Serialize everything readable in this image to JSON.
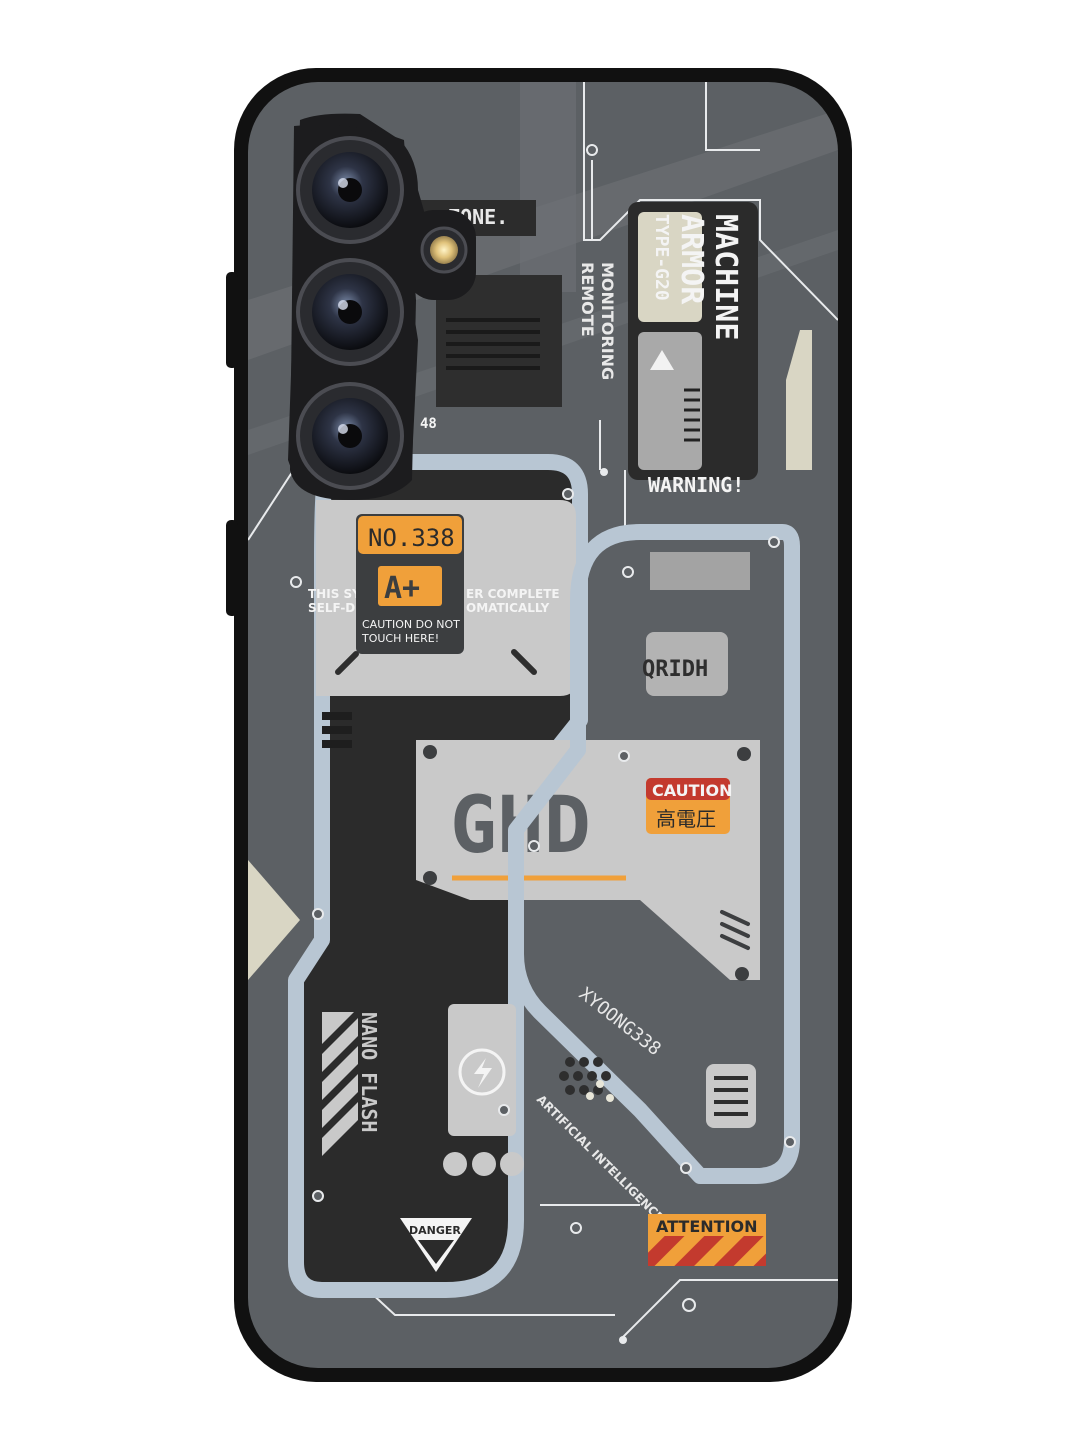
{
  "product": {
    "name": "Machine Armor phone case",
    "colors": {
      "case_body": "#5c6064",
      "frame": "#111111",
      "panel_light": "#c9c9c9",
      "rail": "#b8c6d3",
      "dark_panel": "#2b2b2b",
      "accent_orange": "#f0a03a",
      "accent_red": "#c33a2e",
      "cream": "#d9d6c4"
    }
  },
  "labels": {
    "zone": "ZONE.",
    "remote_monitoring_1": "REMOTE",
    "remote_monitoring_2": "MONITORING",
    "machine": "MACHINE",
    "armor": "ARMOR",
    "type_code": "TYPE-G20",
    "warning": "WARNING!",
    "number": "NO.338",
    "grade": "A+",
    "system_left_1": "THIS SYS",
    "system_left_2": "SELF-DE",
    "system_right_1": "ER COMPLETE",
    "system_right_2": "OMATICALLY",
    "caution_touch_1": "CAUTION DO NOT",
    "caution_touch_2": "TOUCH HERE!",
    "grid": "QRIDH",
    "big_code": "GHD",
    "caution": "CAUTION",
    "high_voltage": "高電圧",
    "serial": "XYOONG338",
    "ai": "ARTIFICIAL INTELLIGENCE",
    "nano_flash": "NANO FLASH",
    "danger": "DANGER",
    "attention": "ATTENTION",
    "small_code": "48"
  }
}
